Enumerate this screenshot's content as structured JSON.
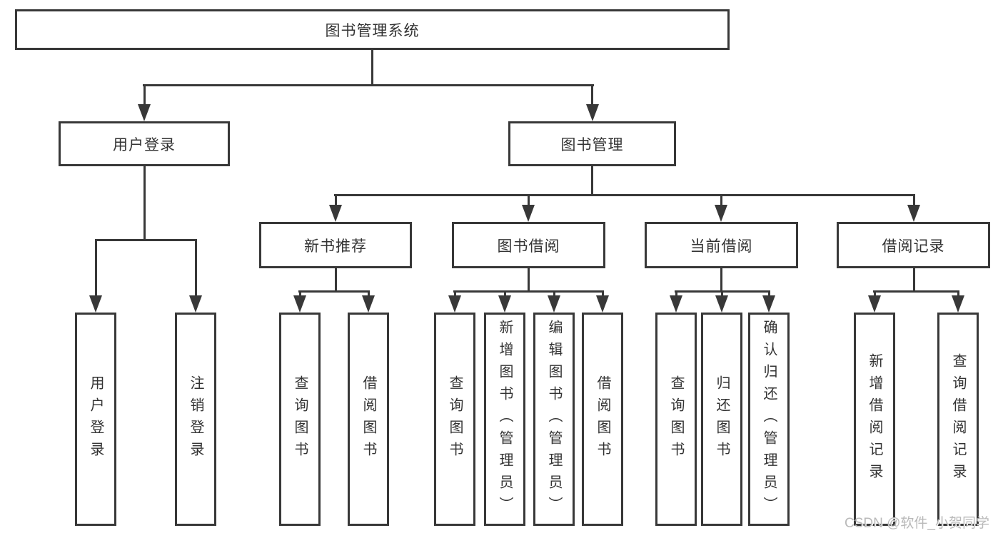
{
  "diagram": {
    "type": "tree",
    "title": "图书管理系统",
    "branches": [
      {
        "label": "用户登录",
        "children": [
          {
            "label": "用户登录"
          },
          {
            "label": "注销登录"
          }
        ]
      },
      {
        "label": "图书管理",
        "children": [
          {
            "label": "新书推荐",
            "children": [
              {
                "label": "查询图书"
              },
              {
                "label": "借阅图书"
              }
            ]
          },
          {
            "label": "图书借阅",
            "children": [
              {
                "label": "查询图书"
              },
              {
                "label": "新增图书（管理员）"
              },
              {
                "label": "编辑图书（管理员）"
              },
              {
                "label": "借阅图书"
              }
            ]
          },
          {
            "label": "当前借阅",
            "children": [
              {
                "label": "查询图书"
              },
              {
                "label": "归还图书"
              },
              {
                "label": "确认归还（管理员）"
              }
            ]
          },
          {
            "label": "借阅记录",
            "children": [
              {
                "label": "新增借阅记录"
              },
              {
                "label": "查询借阅记录"
              }
            ]
          }
        ]
      }
    ]
  },
  "watermark": {
    "text": "CSDN @软件_小贺同学"
  },
  "colors": {
    "line": "#383838",
    "text": "#333333",
    "background": "#ffffff",
    "watermark": "#b9b9b9"
  }
}
